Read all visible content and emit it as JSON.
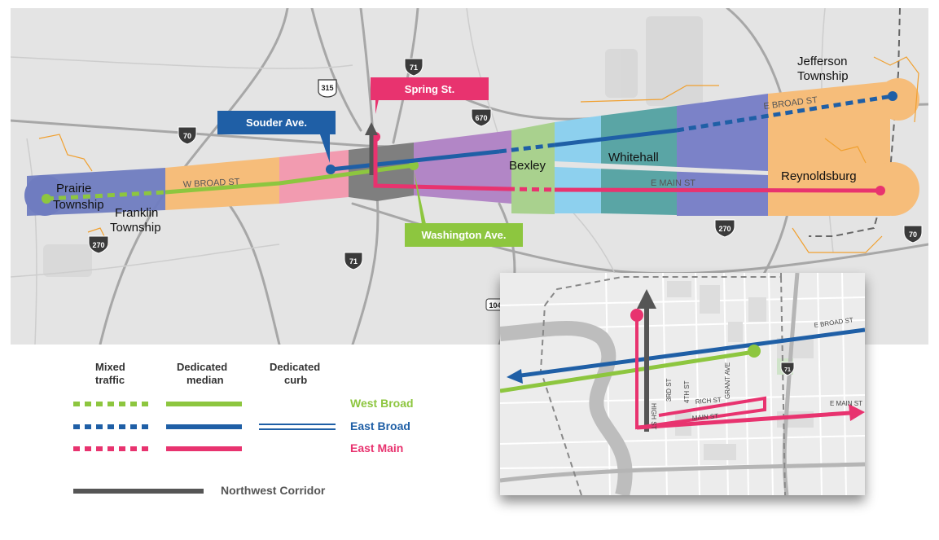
{
  "callouts": {
    "spring": "Spring St.",
    "souder": "Souder Ave.",
    "washington": "Washington Ave."
  },
  "places": {
    "prairie": [
      "Prairie",
      "Township"
    ],
    "franklin": [
      "Franklin",
      "Township"
    ],
    "jefferson": [
      "Jefferson",
      "Township"
    ],
    "bexley": "Bexley",
    "whitehall": "Whitehall",
    "reynoldsburg": "Reynoldsburg"
  },
  "streets": {
    "w_broad": "W BROAD ST",
    "e_broad": "E BROAD ST",
    "e_main": "E MAIN ST"
  },
  "highways": {
    "i70_w": "70",
    "i71_n": "71",
    "us315": "315",
    "i670": "670",
    "i270_w": "270",
    "i71_s": "71",
    "i270_e": "270",
    "i70_e": "70",
    "sr104": "104"
  },
  "legend": {
    "mixed": [
      "Mixed",
      "traffic"
    ],
    "median": [
      "Dedicated",
      "median"
    ],
    "curb": [
      "Dedicated",
      "curb"
    ],
    "west_broad": "West Broad",
    "east_broad": "East Broad",
    "east_main": "East Main",
    "northwest": "Northwest Corridor"
  },
  "inset": {
    "e_broad": "E BROAD ST",
    "e_main": "E MAIN ST",
    "third": "3RD ST",
    "fourth": "4TH ST",
    "grant": "GRANT AVE",
    "rich": "RICH ST",
    "main": "MAIN ST",
    "i71": "71",
    "high": "HIGH ST"
  },
  "colors": {
    "west_broad": "#8dc63f",
    "east_broad": "#1f5fa6",
    "east_main": "#e8336f",
    "northwest": "#555555",
    "callout_green": "#8dc63f",
    "callout_blue": "#1f5fa6",
    "callout_pink": "#e8336f"
  }
}
